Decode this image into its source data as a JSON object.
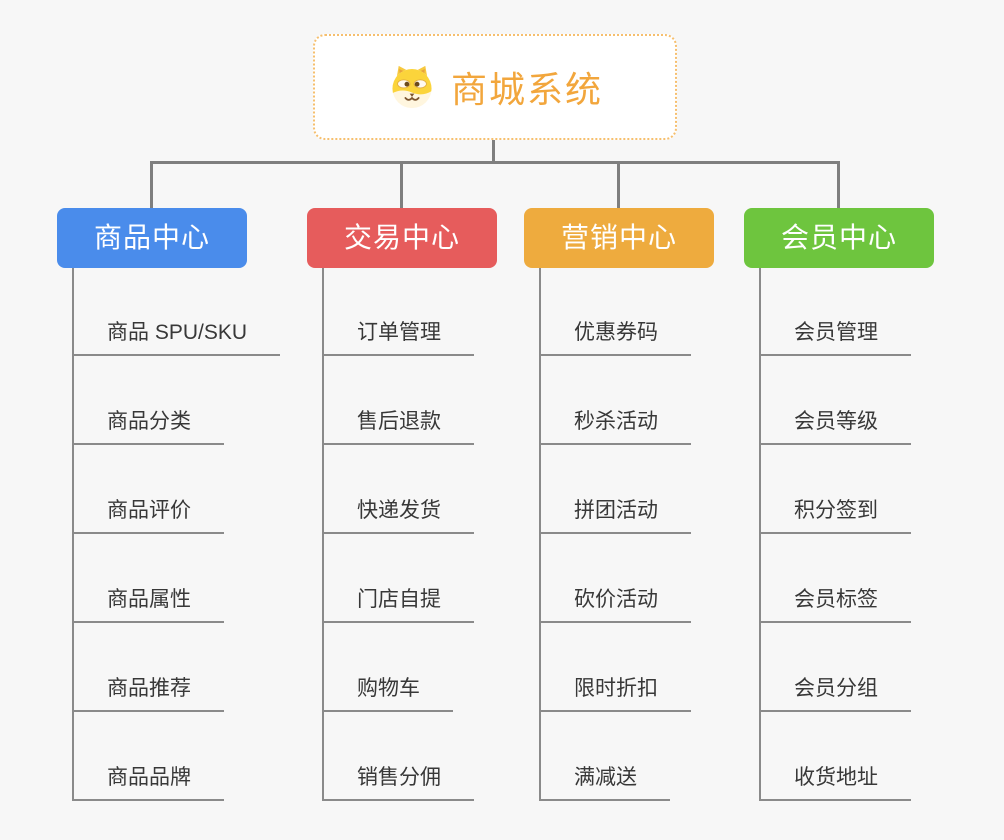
{
  "page": {
    "background_color": "#f7f7f7",
    "connector_color": "#7f7f7f",
    "underline_color": "#8a8a8a",
    "item_text_color": "#383838"
  },
  "root": {
    "label": "商城系统",
    "icon": "dog-face-icon",
    "text_color": "#F2A63C",
    "border_color": "#F6BF6E",
    "background_color": "#ffffff"
  },
  "branches": [
    {
      "id": "product-center",
      "label": "商品中心",
      "color": "#4A8CEB",
      "text_color": "#ffffff",
      "items": [
        "商品 SPU/SKU",
        "商品分类",
        "商品评价",
        "商品属性",
        "商品推荐",
        "商品品牌"
      ]
    },
    {
      "id": "trade-center",
      "label": "交易中心",
      "color": "#E65C5C",
      "text_color": "#ffffff",
      "items": [
        "订单管理",
        "售后退款",
        "快递发货",
        "门店自提",
        "购物车",
        "销售分佣"
      ]
    },
    {
      "id": "marketing-center",
      "label": "营销中心",
      "color": "#EEAB3E",
      "text_color": "#ffffff",
      "items": [
        "优惠券码",
        "秒杀活动",
        "拼团活动",
        "砍价活动",
        "限时折扣",
        "满减送"
      ]
    },
    {
      "id": "member-center",
      "label": "会员中心",
      "color": "#6EC53E",
      "text_color": "#ffffff",
      "items": [
        "会员管理",
        "会员等级",
        "积分签到",
        "会员标签",
        "会员分组",
        "收货地址"
      ]
    }
  ]
}
